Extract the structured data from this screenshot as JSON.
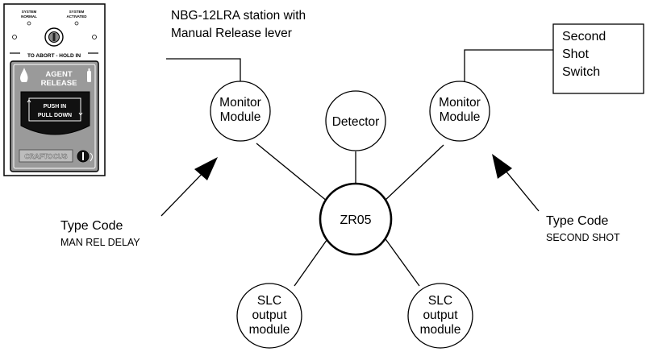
{
  "station": {
    "caption_line1": "NBG-12LRA station with",
    "caption_line2": "Manual Release lever",
    "lamp_normal_1": "SYSTEM",
    "lamp_normal_2": "NORMAL",
    "lamp_activated_1": "SYSTEM",
    "lamp_activated_2": "ACTIVATED",
    "abort_text": "TO ABORT - HOLD IN",
    "agent_line1": "AGENT",
    "agent_line2": "RELEASE",
    "push_in": "PUSH  IN",
    "pull_down": "PULL DOWN",
    "brand": "CRAFTOCUS"
  },
  "second_shot_box": {
    "line1": "Second",
    "line2": "Shot",
    "line3": "Switch"
  },
  "nodes": {
    "monitor_left": {
      "line1": "Monitor",
      "line2": "Module"
    },
    "detector": {
      "label": "Detector"
    },
    "monitor_right": {
      "line1": "Monitor",
      "line2": "Module"
    },
    "center": {
      "label": "ZR05"
    },
    "slc_left": {
      "line1": "SLC",
      "line2": "output",
      "line3": "module"
    },
    "slc_right": {
      "line1": "SLC",
      "line2": "output",
      "line3": "module"
    }
  },
  "type_code_left": {
    "title": "Type Code",
    "value": "MAN REL DELAY"
  },
  "type_code_right": {
    "title": "Type Code",
    "value": "SECOND SHOT"
  },
  "colors": {
    "ink": "#000000",
    "panel_gray": "#9a9a9a",
    "dark": "#1a1a1a"
  }
}
